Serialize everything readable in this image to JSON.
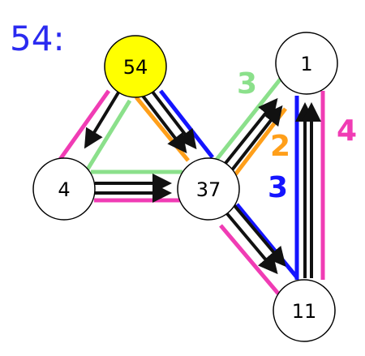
{
  "title": "54:",
  "colors": {
    "title": "#2a2af0",
    "highlight_node": "#ffff00",
    "node_fill": "#ffffff",
    "node_stroke": "#000000",
    "arrow": "#111111",
    "green": "#8be08b",
    "orange": "#ff9f1a",
    "blue": "#1414ff",
    "magenta": "#f03cb4"
  },
  "nodes": {
    "n54": "54",
    "n4": "4",
    "n37": "37",
    "n1": "1",
    "n11": "11"
  },
  "edge_weights": {
    "green": "3",
    "orange": "2",
    "blue": "3",
    "magenta": "4"
  }
}
